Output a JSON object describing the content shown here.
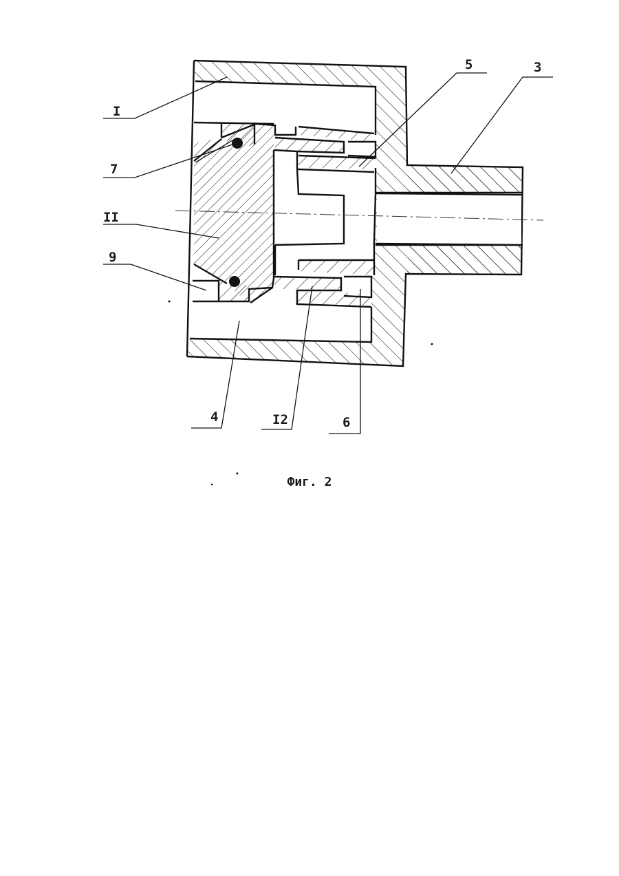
{
  "figure": {
    "caption": "Фиг. 2"
  },
  "labels": {
    "l_1": "I",
    "l_7": "7",
    "l_11": "II",
    "l_9": "9",
    "l_4": "4",
    "l_12": "I2",
    "l_6": "6",
    "l_5": "5",
    "l_3": "3"
  }
}
